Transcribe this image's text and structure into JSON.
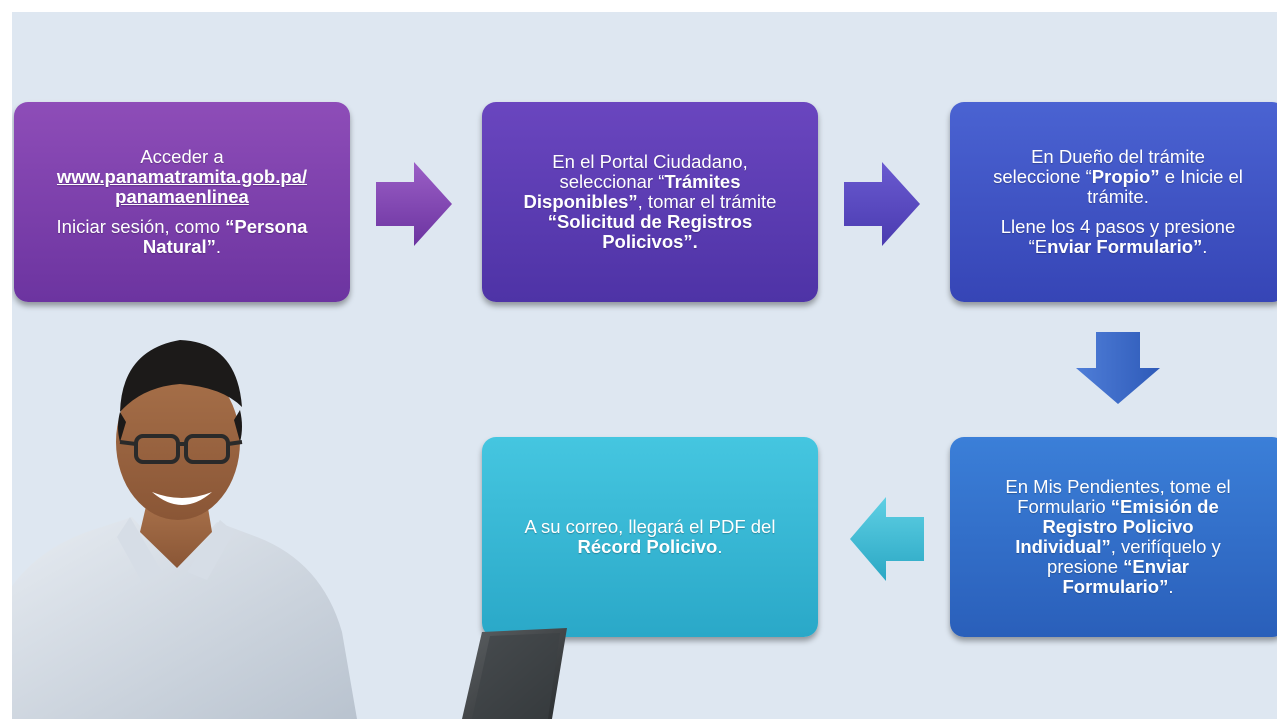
{
  "steps": {
    "s1": {
      "line1": "Acceder a",
      "url1": "www.panamatramita.gob.pa/",
      "url2": "panamaenlinea",
      "text2a": "Iniciar sesión, como ",
      "text2b": "“Persona",
      "text2c": "Natural”",
      "text2d": "."
    },
    "s2": {
      "line1": "En el Portal Ciudadano,",
      "l2a": "seleccionar “",
      "l2b": "Trámites",
      "l3a": "Disponibles”",
      "l3b": ", tomar el trámite",
      "l4": "“Solicitud de Registros",
      "l5": "Policivos”."
    },
    "s3": {
      "l1": "En Dueño del trámite",
      "l2a": "seleccione “",
      "l2b": "Propio”",
      "l2c": " e Inicie el",
      "l3": "trámite.",
      "l4": "Llene los 4 pasos y presione",
      "l5a": "“E",
      "l5b": "nviar  Formulario”",
      "l5c": "."
    },
    "s4": {
      "l1": "En Mis Pendientes, tome el",
      "l2a": "Formulario ",
      "l2b": "“Emisión de",
      "l3": "Registro Policivo",
      "l4a": "Individual”",
      "l4b": ", verifíquelo  y",
      "l5a": "presione ",
      "l5b": "“Enviar",
      "l6a": "Formulario”",
      "l6b": "."
    },
    "s5": {
      "l1": "A su correo, llegará el PDF del",
      "l2a": "Récord Policivo",
      "l2b": "."
    }
  },
  "icons": {
    "arrow1": "arrow-right-icon",
    "arrow2": "arrow-right-icon",
    "arrow3": "arrow-down-icon",
    "arrow4": "arrow-left-icon"
  },
  "colors": {
    "background": "#dee7f1",
    "box1": "#7b3fa6",
    "box2": "#5b3fb3",
    "box3": "#3f54c6",
    "box4": "#2f6fd0",
    "box5": "#3bbad3"
  }
}
